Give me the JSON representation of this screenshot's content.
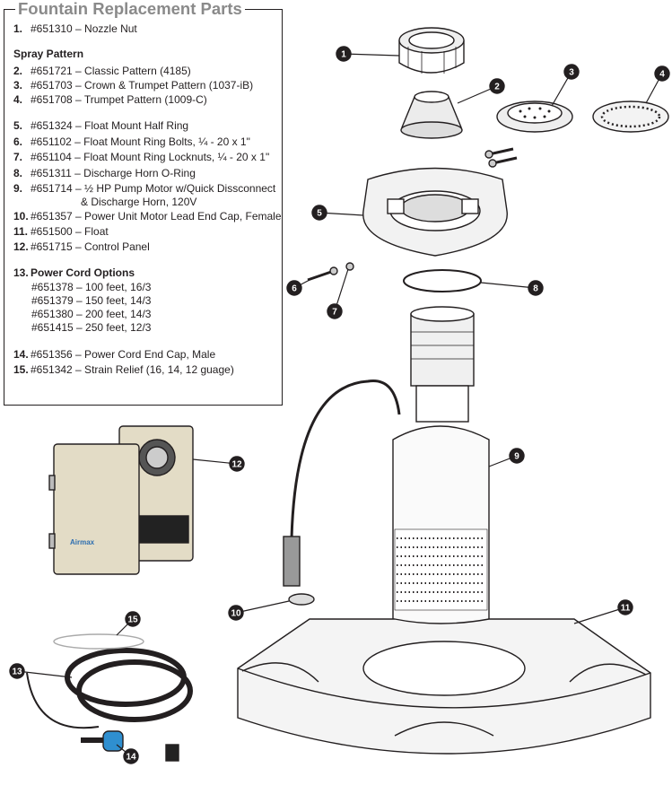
{
  "title": "Fountain Replacement Parts",
  "parts": [
    {
      "num": "1.",
      "text": "#651310 –  Nozzle Nut"
    },
    {
      "section": "Spray Pattern"
    },
    {
      "num": "2.",
      "text": "#651721 – Classic Pattern (4185)"
    },
    {
      "num": "3.",
      "text": "#651703 – Crown & Trumpet Pattern (1037-iB)"
    },
    {
      "num": "4.",
      "text": "#651708 – Trumpet Pattern (1009-C)"
    },
    {
      "num": "5.",
      "text": "#651324 – Float Mount Half Ring"
    },
    {
      "num": "6.",
      "text": "#651102 – Float Mount Ring Bolts, ¼ - 20 x 1\""
    },
    {
      "num": "7.",
      "text": "#651104 – Float Mount Ring Locknuts, ¼ - 20 x 1\""
    },
    {
      "num": "8.",
      "text": "#651311 – Discharge Horn O-Ring"
    },
    {
      "num": "9.",
      "text": "#651714 – ½ HP Pump Motor w/Quick Dissconnect"
    },
    {
      "cont": "& Discharge Horn, 120V"
    },
    {
      "num": "10.",
      "text": "#651357 – Power Unit Motor Lead End Cap, Female"
    },
    {
      "num": "11.",
      "text": "#651500 – Float"
    },
    {
      "num": "12.",
      "text": "#651715 – Control Panel"
    },
    {
      "num": "13.",
      "section": "Power Cord Options"
    },
    {
      "opt": "#651378 – 100 feet, 16/3"
    },
    {
      "opt": "#651379 – 150 feet, 14/3"
    },
    {
      "opt": "#651380 – 200 feet, 14/3"
    },
    {
      "opt": "#651415 – 250 feet, 12/3"
    },
    {
      "num": "14.",
      "text": "#651356 – Power Cord End Cap, Male"
    },
    {
      "num": "15.",
      "text": "#651342 – Strain Relief (16, 14, 12 guage)"
    }
  ],
  "callouts": [
    "1",
    "2",
    "3",
    "4",
    "5",
    "6",
    "7",
    "8",
    "9",
    "10",
    "11",
    "12",
    "13",
    "14",
    "15"
  ],
  "brand_label": "Airmax",
  "colors": {
    "callout": "#231f20",
    "title": "#8a8a8a",
    "panel": "#e3dcc6",
    "cord_cap": "#2f8fd0"
  }
}
